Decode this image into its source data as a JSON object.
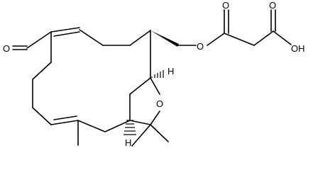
{
  "molecule": {
    "atom_labels": {
      "aldehyde_oxygen": "O",
      "ester_oxygen": "O",
      "ester_carbonyl_oxygen": "O",
      "acid_carbonyl_oxygen": "O",
      "acid_hydroxyl": "OH",
      "ring_oxygen": "O",
      "stereo_h_upper": "H",
      "stereo_h_lower": "H"
    }
  }
}
